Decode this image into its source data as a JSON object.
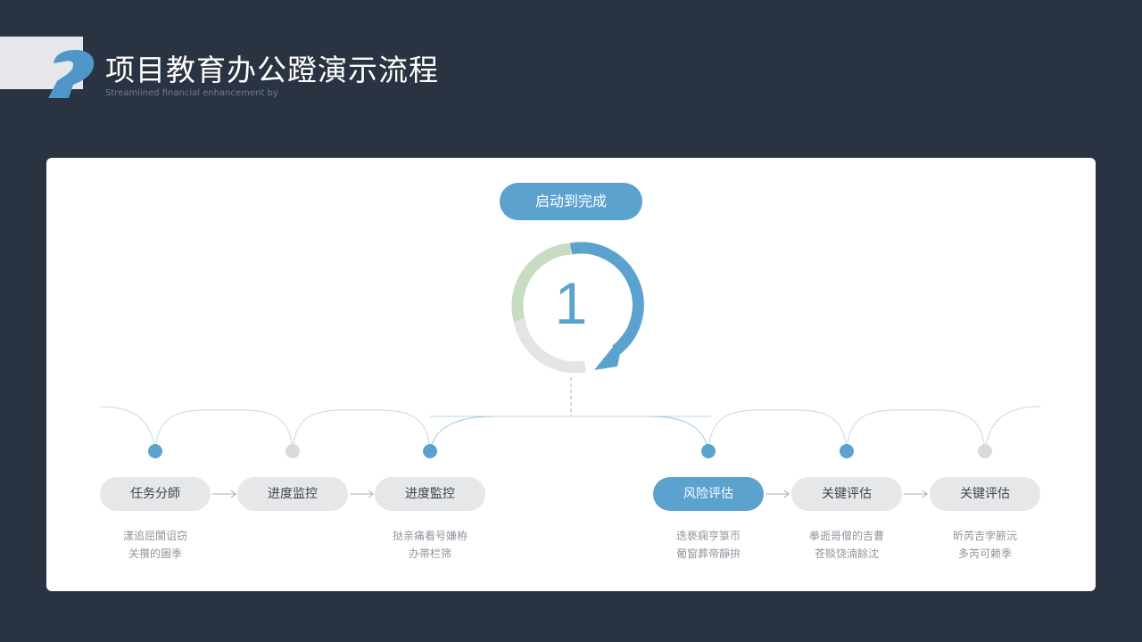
{
  "header": {
    "title": "项目教育办公蹬演示流程",
    "subtitle": "Streamlined financial enhancement by"
  },
  "diagram": {
    "top_label": "启动到完成",
    "center_number": "1",
    "steps": [
      {
        "label": "任务分師",
        "note": "漾追屈閬诅窃\n关攢的圖季",
        "dot": "blue",
        "active": false
      },
      {
        "label": "进度监控",
        "note": "",
        "dot": "grey",
        "active": false
      },
      {
        "label": "进度監控",
        "note": "挞亲痛看号嫌栫\n办帯栏筛",
        "dot": "blue",
        "active": false
      },
      {
        "label": "风险评估",
        "note": "迭亵痫亨箓帀\n葡窗葬帝靜拚",
        "dot": "blue",
        "active": true
      },
      {
        "label": "关键评估",
        "note": "拳逝哥僧的吉曹\n苍赕饶湳餘沈",
        "dot": "blue",
        "active": false
      },
      {
        "label": "关键评估",
        "note": "昕芮吉孛簖沅\n多芮可赖季",
        "dot": "grey",
        "active": false
      }
    ]
  },
  "colors": {
    "background": "#2a3341",
    "accent": "#5ba2cf",
    "ring_green": "#c7dcc0",
    "ring_grey": "#e3e4e6",
    "pill_grey": "#e6e7e8"
  }
}
